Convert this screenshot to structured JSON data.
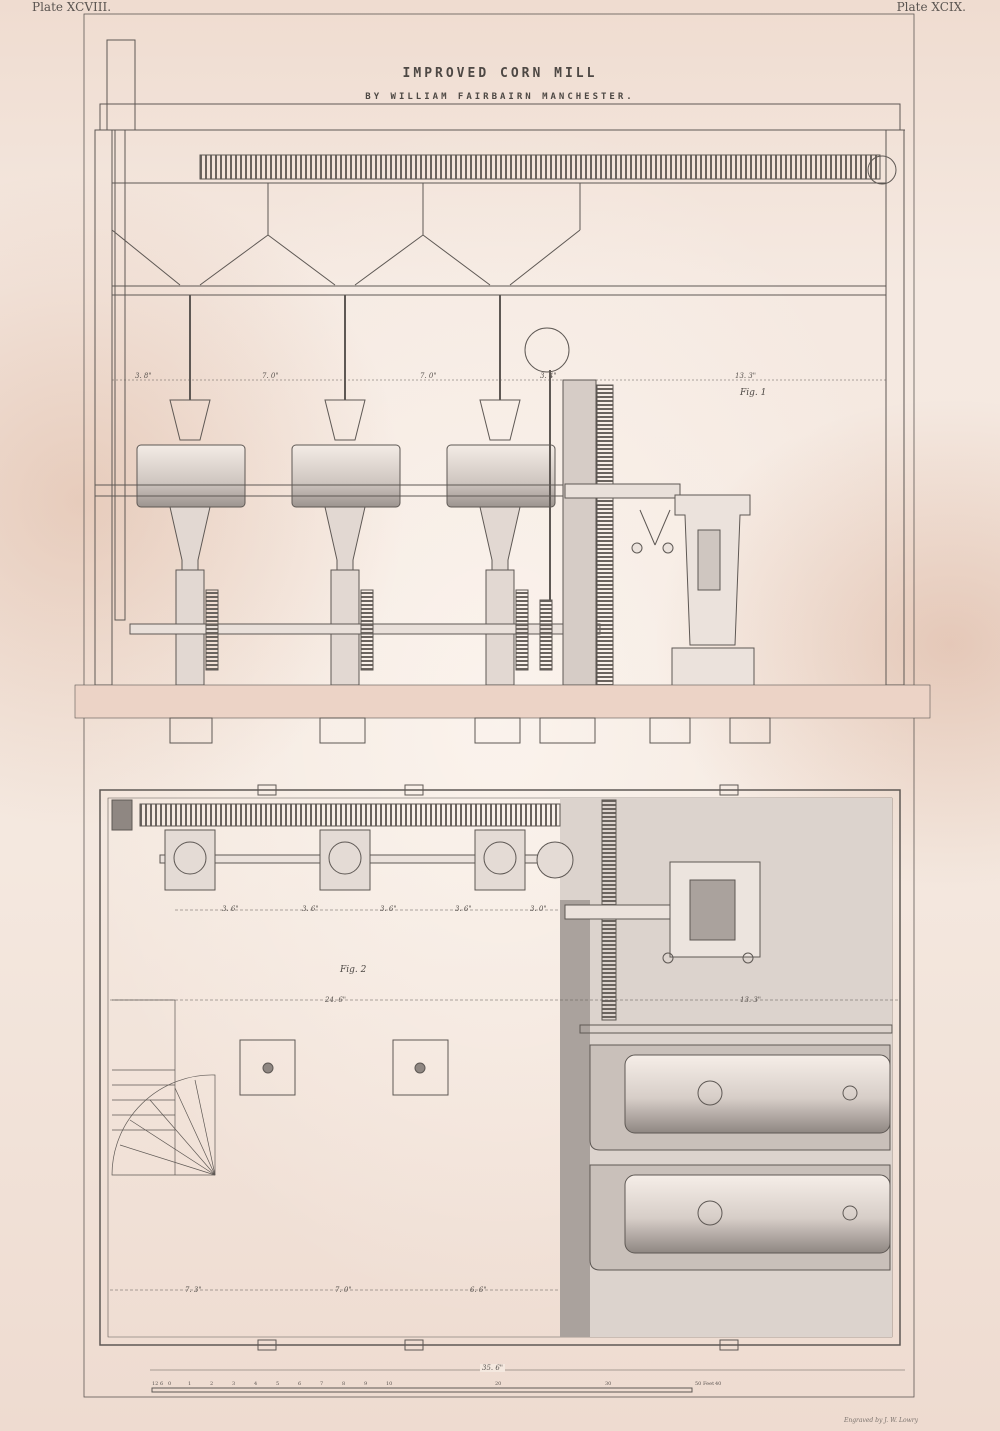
{
  "plates": {
    "left": "Plate XCVIII.",
    "right": "Plate XCIX."
  },
  "title": "IMPROVED CORN MILL",
  "subtitle": "BY WILLIAM FAIRBAIRN MANCHESTER.",
  "figures": {
    "fig1": "Fig. 1",
    "fig2": "Fig. 2"
  },
  "dimensions": {
    "overall_width": "35. 6\"",
    "plan_span": "24. 6\"",
    "engine_room": "13. 3\"",
    "spacings": [
      "3. 6\"",
      "3. 6\"",
      "3. 6\"",
      "3. 6\"",
      "3. 0\""
    ],
    "elevation_spacings": [
      "3. 8\"",
      "7. 0\"",
      "7. 0\"",
      "3. 4\"",
      "13. 3\""
    ],
    "plan_bottom": [
      "7. 3\"",
      "7. 0\"",
      "6. 6\""
    ]
  },
  "scale": {
    "ticks": [
      "12",
      "6",
      "0",
      "1",
      "2",
      "3",
      "4",
      "5",
      "6",
      "7",
      "8",
      "9",
      "10",
      "20",
      "30",
      "40"
    ],
    "end_label": "50 Feet"
  },
  "credit": "Engraved by J. W. Lowry",
  "colors": {
    "paper": "#f2e4da",
    "ink": "#5e5854",
    "stain": "#d9a58c"
  }
}
